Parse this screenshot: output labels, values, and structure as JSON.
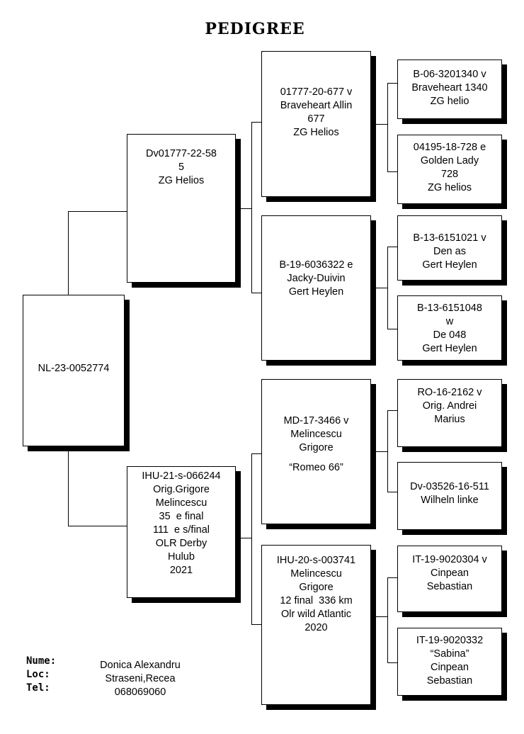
{
  "title": "PEDIGREE",
  "subject": {
    "lines": [
      "NL-23-0052774"
    ]
  },
  "sire": {
    "lines": [
      "Dv01777-22-58",
      "5",
      "ZG Helios"
    ]
  },
  "dam": {
    "lines": [
      "IHU-21-s-066244",
      "Orig.Grigore",
      "Melincescu",
      "35  e final",
      "111  e s/final",
      "OLR Derby",
      "Hulub",
      "2021"
    ]
  },
  "sire_sire": {
    "lines": [
      "01777-20-677 v",
      "Braveheart Allin",
      "677",
      "ZG Helios"
    ]
  },
  "sire_dam": {
    "lines": [
      "B-19-6036322 e",
      "Jacky-Duivin",
      "Gert Heylen"
    ]
  },
  "dam_sire": {
    "lines": [
      "MD-17-3466 v",
      "Melincescu",
      "Grigore"
    ],
    "nickname": "“Romeo 66”"
  },
  "dam_dam": {
    "lines": [
      "IHU-20-s-003741",
      "Melincescu",
      "Grigore",
      "12 final  336 km",
      "Olr wild Atlantic",
      "2020"
    ]
  },
  "ss_sire": {
    "lines": [
      "B-06-3201340 v",
      "Braveheart 1340",
      "ZG helio"
    ]
  },
  "ss_dam": {
    "lines": [
      "04195-18-728 e",
      "Golden Lady",
      "728",
      "ZG helios"
    ]
  },
  "sd_sire": {
    "lines": [
      "B-13-6151021 v",
      "Den as",
      "Gert Heylen"
    ]
  },
  "sd_dam": {
    "lines": [
      "B-13-6151048",
      "w",
      "De 048",
      "Gert Heylen"
    ]
  },
  "ds_sire": {
    "lines": [
      "RO-16-2162 v",
      "Orig. Andrei",
      "Marius"
    ]
  },
  "ds_dam": {
    "lines": [
      "Dv-03526-16-511",
      "Wilheln linke"
    ]
  },
  "dd_sire": {
    "lines": [
      "IT-19-9020304 v",
      "Cinpean",
      "Sebastian"
    ]
  },
  "dd_dam": {
    "lines": [
      "IT-19-9020332",
      "“Sabina”",
      "Cinpean",
      "Sebastian"
    ]
  },
  "owner": {
    "labels": [
      "Nume:",
      "Loc:",
      "Tel:"
    ],
    "name": "Donica Alexandru",
    "location": "Straseni,Recea",
    "phone": "068069060"
  }
}
